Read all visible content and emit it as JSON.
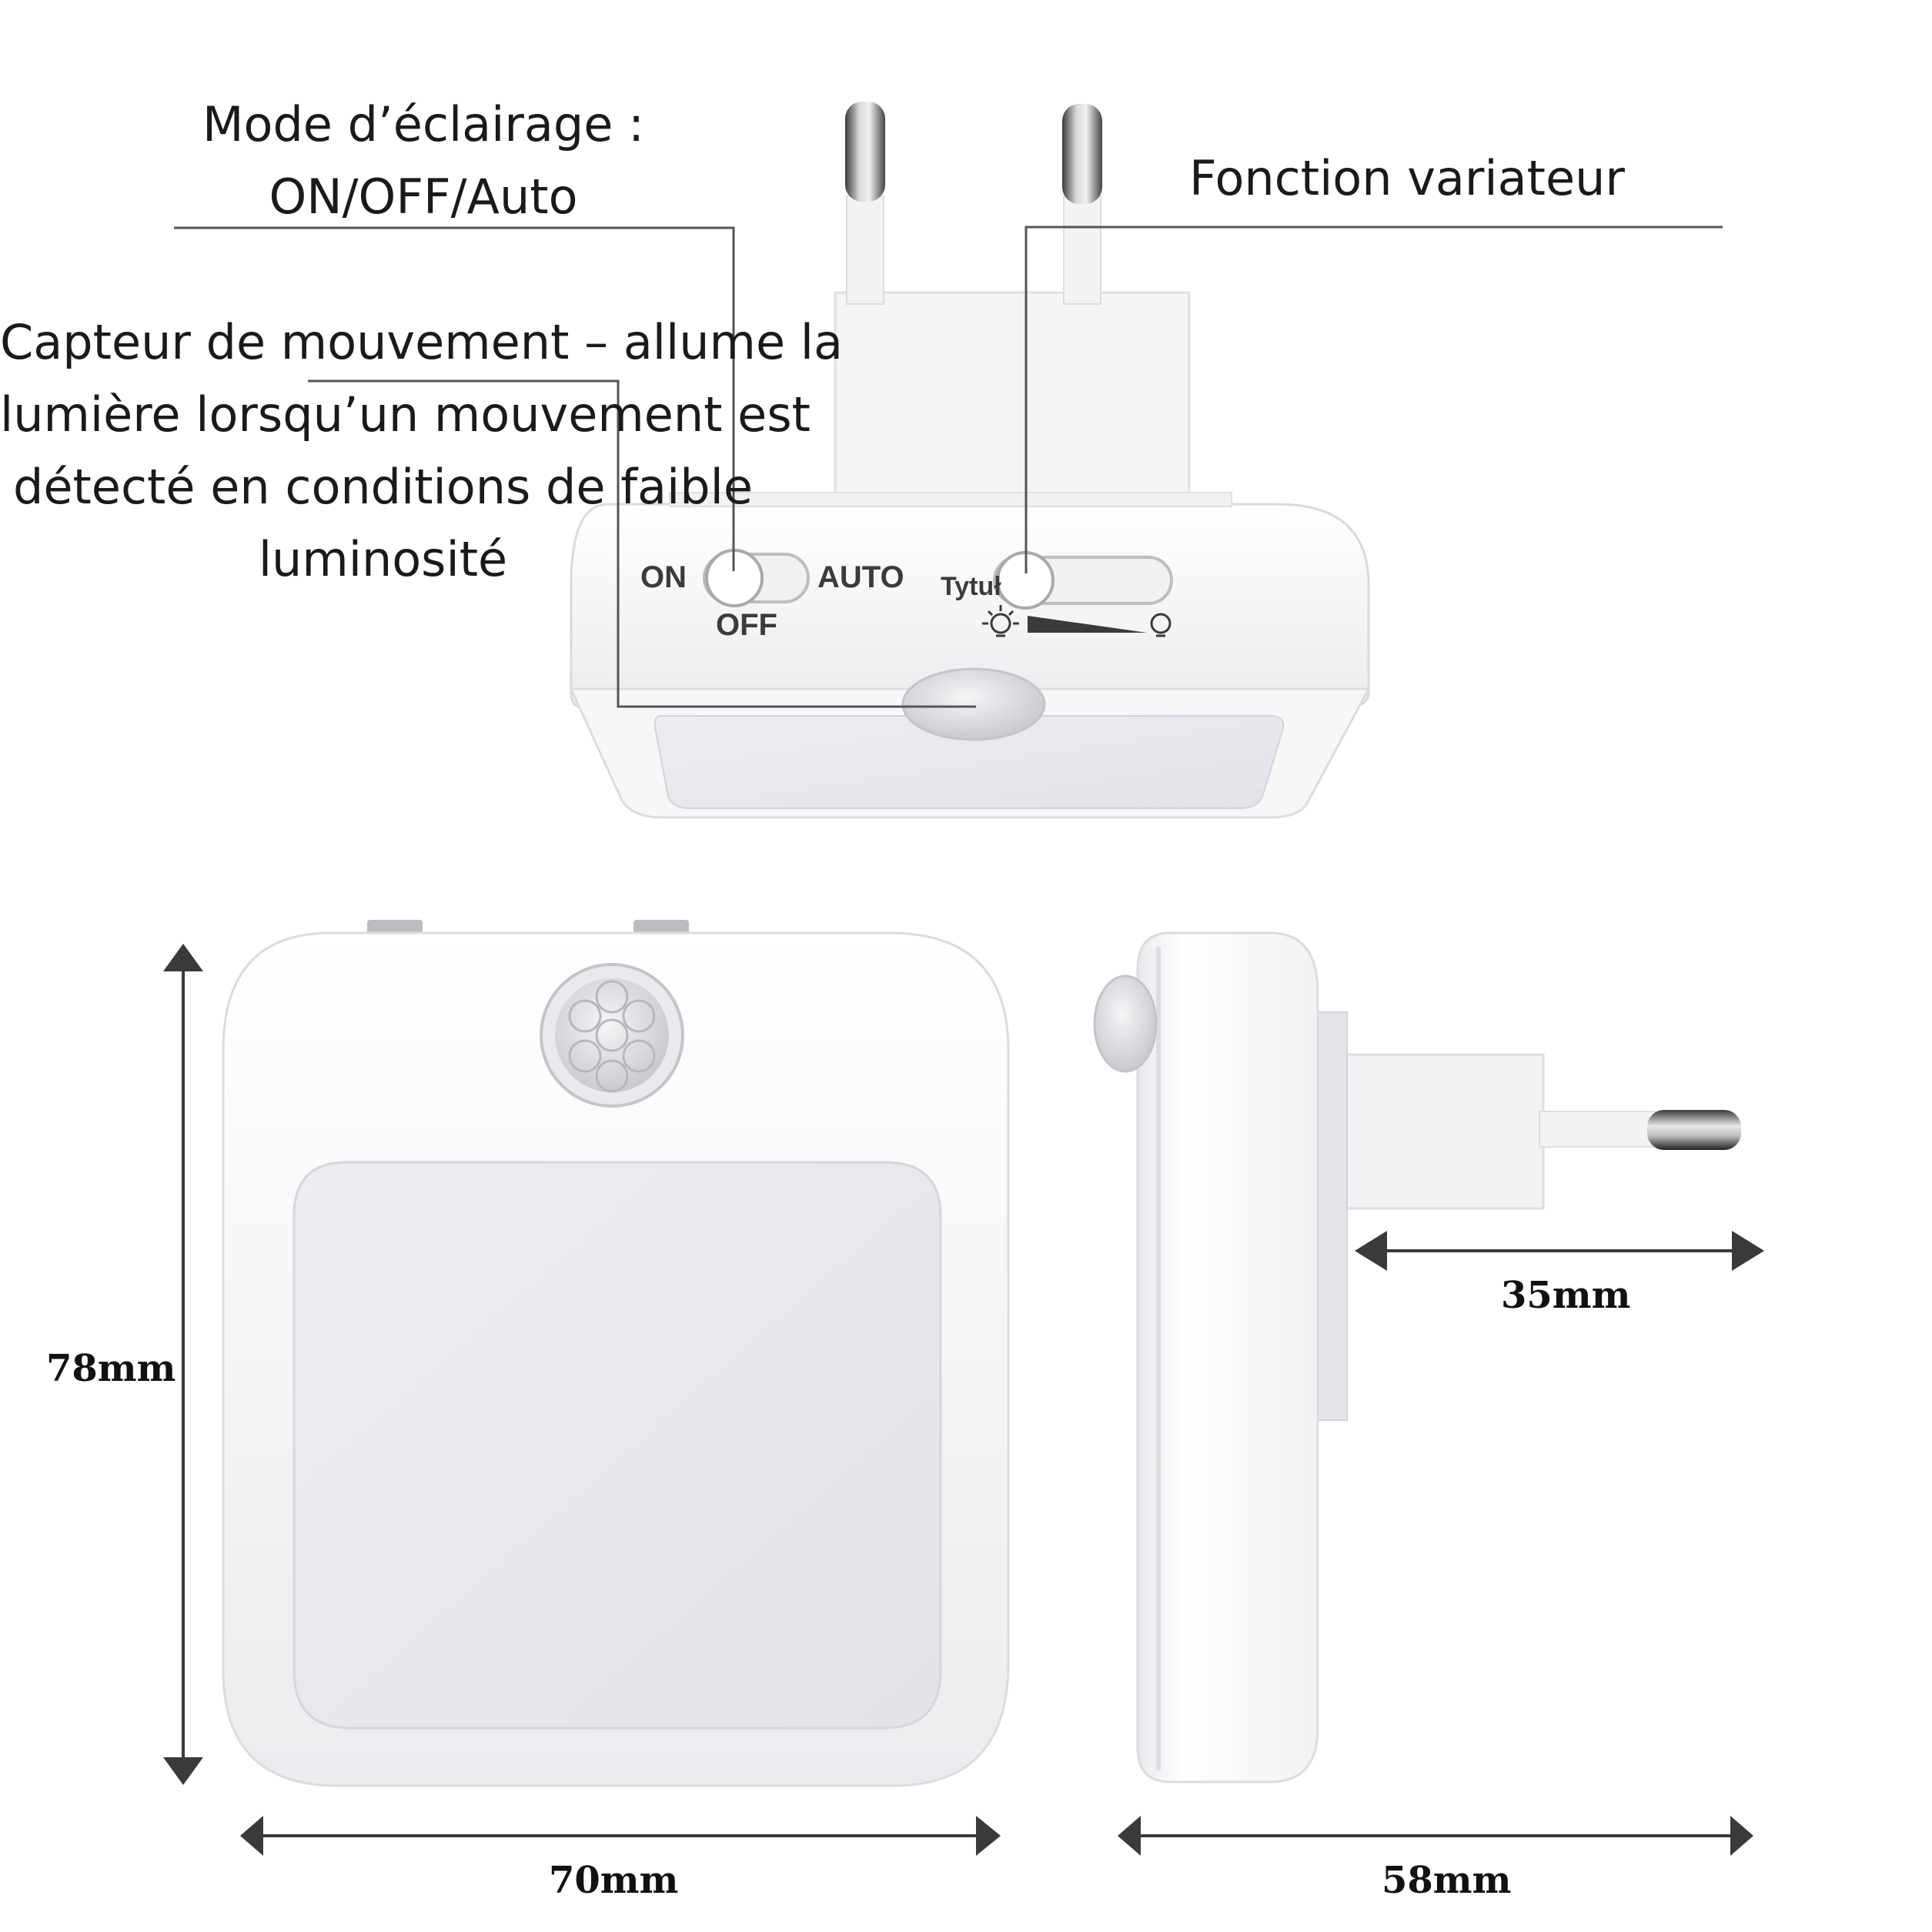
{
  "callouts": {
    "mode": {
      "line1": "Mode d’éclairage :",
      "line2": "ON/OFF/Auto"
    },
    "dimmer": {
      "text": "Fonction variateur"
    },
    "sensor": {
      "line1": "Capteur de mouvement – allume la",
      "line2": "lumière lorsqu’un mouvement est",
      "line3": "détecté en conditions de faible",
      "line4": "luminosité"
    }
  },
  "switch_labels": {
    "on": "ON",
    "off": "OFF",
    "auto": "AUTO",
    "dimmer": "Tytuł"
  },
  "dimensions": {
    "height": "78mm",
    "width": "70mm",
    "depth": "58mm",
    "plug_depth": "35mm"
  },
  "colors": {
    "body": "#f7f7f7",
    "body_shadow": "#d9d9de",
    "lens": "#e6e6ec",
    "line": "#555555",
    "arrow": "#3a3a3a",
    "pin_metal": "#8a8a8a"
  },
  "icons": [
    "bulb-bright-icon",
    "bulb-dim-icon",
    "motion-sensor-icon"
  ]
}
